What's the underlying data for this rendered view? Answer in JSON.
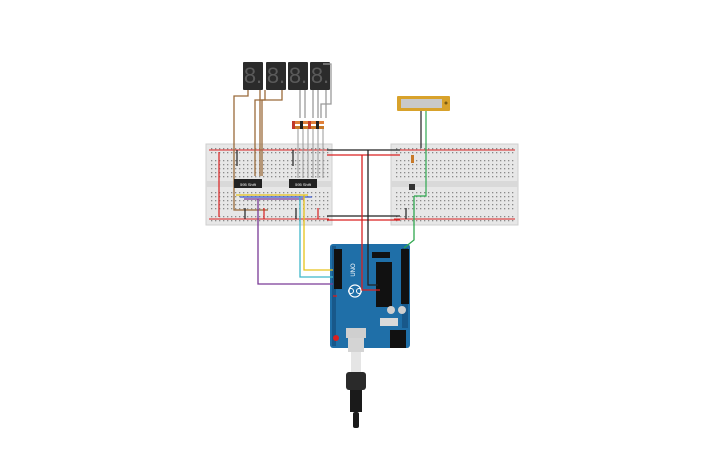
{
  "seven_segment": {
    "digits": [
      "8.",
      "8.",
      "8.",
      "8."
    ],
    "segment_color": "#3a3a3a",
    "body_color": "#2b2b2b"
  },
  "chips": [
    {
      "label": "595 Shift"
    },
    {
      "label": "595 Shift"
    }
  ],
  "arduino": {
    "board_label": "UNO",
    "board_color": "#1f6fa8"
  },
  "colors": {
    "wire_red": "#d92020",
    "wire_black": "#222222",
    "wire_green": "#2fa84f",
    "wire_brown": "#9a6a3a",
    "wire_gray": "#9a9a9a",
    "wire_purple": "#7a3a96",
    "wire_yellow": "#e6c21a",
    "wire_cyan": "#3fb7c9",
    "wire_blue": "#3a5ad0",
    "wire_orange": "#e0803a",
    "breadboard": "#e7e7e7",
    "lcd_frame": "#d8a22b"
  }
}
